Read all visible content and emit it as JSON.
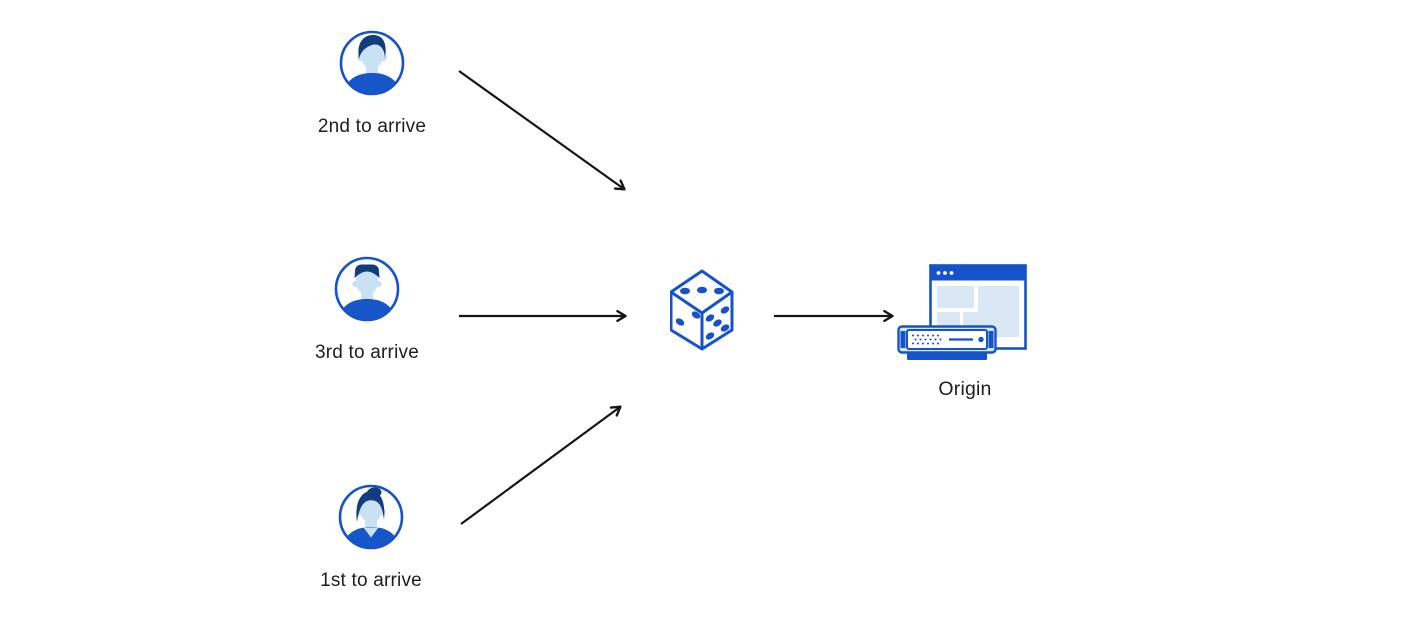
{
  "diagram": {
    "background": "#ffffff",
    "clients": [
      {
        "id": "client-2nd",
        "label": "2nd to arrive",
        "icon": "person-avatar-icon"
      },
      {
        "id": "client-3rd",
        "label": "3rd to arrive",
        "icon": "person-avatar-icon"
      },
      {
        "id": "client-1st",
        "label": "1st to arrive",
        "icon": "person-avatar-icon"
      }
    ],
    "randomizer": {
      "id": "dice",
      "icon": "dice-icon"
    },
    "origin": {
      "id": "origin",
      "label": "Origin",
      "icons": [
        "browser-window-icon",
        "server-icon"
      ]
    },
    "edges": [
      {
        "from": "client-2nd",
        "to": "dice"
      },
      {
        "from": "client-3rd",
        "to": "dice"
      },
      {
        "from": "client-1st",
        "to": "dice"
      },
      {
        "from": "dice",
        "to": "origin"
      }
    ],
    "colors": {
      "primary_blue": "#1652C9",
      "hair_navy": "#123C7C",
      "face_light_blue": "#C9E1F4",
      "panel_light_blue": "#DAE8F6",
      "server_glow_blue": "#D4E5F5",
      "arrow": "#161616",
      "text": "#1E1E1E"
    }
  }
}
